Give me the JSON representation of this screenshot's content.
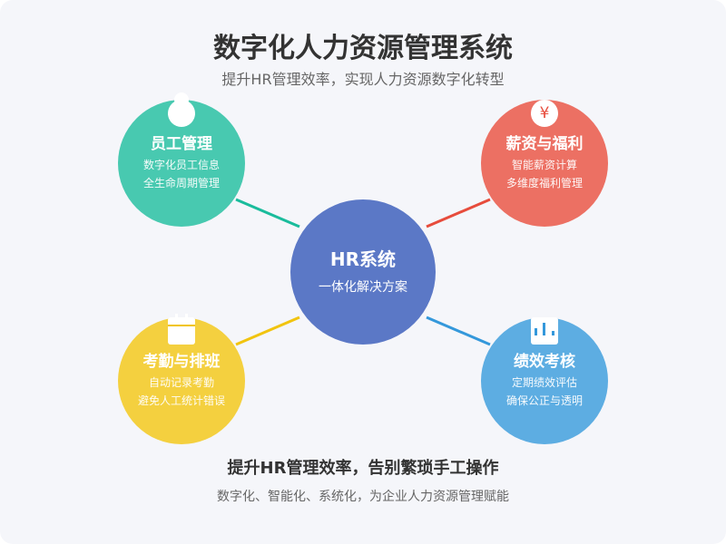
{
  "header": {
    "title": "数字化人力资源管理系统",
    "subtitle": "提升HR管理效率，实现人力资源数字化转型"
  },
  "center": {
    "title": "HR系统",
    "desc": "一体化解决方案",
    "color": "#5b78c6"
  },
  "nodes": [
    {
      "title": "员工管理",
      "lines": [
        "数字化员工信息",
        "全生命周期管理"
      ],
      "icon": "person-icon",
      "color": "#48c9b0",
      "line_color": "#1abc9c"
    },
    {
      "title": "薪资与福利",
      "lines": [
        "智能薪资计算",
        "多维度福利管理"
      ],
      "icon": "yen-icon",
      "icon_text": "¥",
      "color": "#ec7063",
      "line_color": "#e74c3c"
    },
    {
      "title": "考勤与排班",
      "lines": [
        "自动记录考勤",
        "避免人工统计错误"
      ],
      "icon": "calendar-icon",
      "color": "#f4d03f",
      "line_color": "#f1c40f"
    },
    {
      "title": "绩效考核",
      "lines": [
        "定期绩效评估",
        "确保公正与透明"
      ],
      "icon": "bar-chart-icon",
      "color": "#5dade2",
      "line_color": "#3498db"
    }
  ],
  "footer": {
    "title": "提升HR管理效率，告别繁琐手工操作",
    "subtitle": "数字化、智能化、系统化，为企业人力资源管理赋能"
  }
}
